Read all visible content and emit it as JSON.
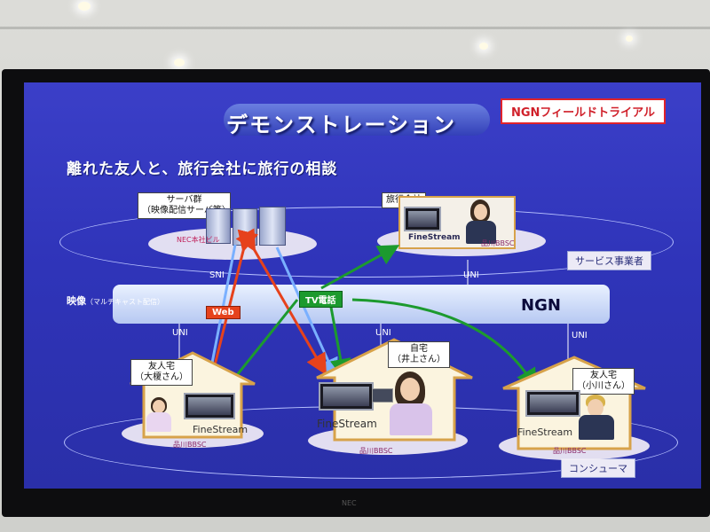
{
  "slide": {
    "title": "デモンストレーション",
    "badge": "NGNフィールドトライアル",
    "subtitle": "離れた友人と、旅行会社に旅行の相談",
    "servers": {
      "label_line1": "サーバ群",
      "label_line2": "（映像配信サーバ等）",
      "location": "NEC本社ビル"
    },
    "travel": {
      "label": "旅行会社",
      "product": "FineStream",
      "bbsc": "品川BBSC"
    },
    "service_tag": "サービス事業者",
    "consumer_tag": "コンシューマ",
    "ngn_label": "NGN",
    "video_label": "映像",
    "video_sub": "（マルチキャスト配信）",
    "sni_label": "SNI",
    "uni_labels": [
      "UNI",
      "UNI",
      "UNI",
      "UNI"
    ],
    "web_label": "Web",
    "tv_label": "TV電話",
    "home_self": {
      "label_line1": "自宅",
      "label_line2": "（井上さん）",
      "product": "FineStream",
      "bbsc": "品川BBSC"
    },
    "friend_left": {
      "label_line1": "友人宅",
      "label_line2": "（大榎さん）",
      "product": "FineStream",
      "bbsc": "品川BBSC"
    },
    "friend_right": {
      "label_line1": "友人宅",
      "label_line2": "（小川さん）",
      "product": "FineStream",
      "bbsc": "品川BBSC"
    },
    "arrow_colors": {
      "web": "#e6421c",
      "tv": "#1c9a2e",
      "video": "#7ab0ff"
    }
  },
  "monitor_brand": "NEC"
}
